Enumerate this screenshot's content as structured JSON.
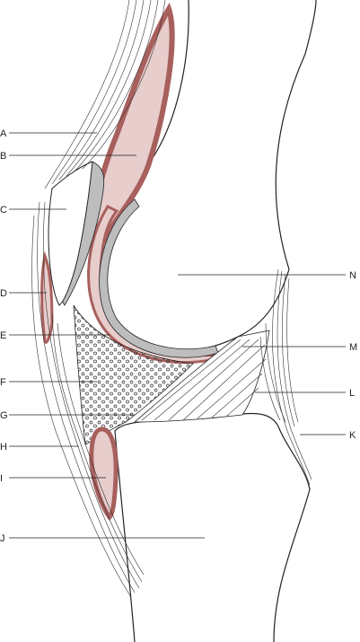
{
  "colors": {
    "bursa_fill": "#e7cdcc",
    "bursa_wall": "#a8605d",
    "cartilage": "#bdbdbd",
    "background": "#ffffff",
    "ink": "#222222"
  },
  "labels": [
    {
      "id": "A",
      "text": "A"
    },
    {
      "id": "B",
      "text": "B"
    },
    {
      "id": "C",
      "text": "C"
    },
    {
      "id": "D",
      "text": "D"
    },
    {
      "id": "E",
      "text": "E"
    },
    {
      "id": "F",
      "text": "F"
    },
    {
      "id": "G",
      "text": "G"
    },
    {
      "id": "H",
      "text": "H"
    },
    {
      "id": "I",
      "text": "I"
    },
    {
      "id": "J",
      "text": "J"
    },
    {
      "id": "K",
      "text": "K"
    },
    {
      "id": "L",
      "text": "L"
    },
    {
      "id": "M",
      "text": "M"
    },
    {
      "id": "N",
      "text": "N"
    }
  ]
}
